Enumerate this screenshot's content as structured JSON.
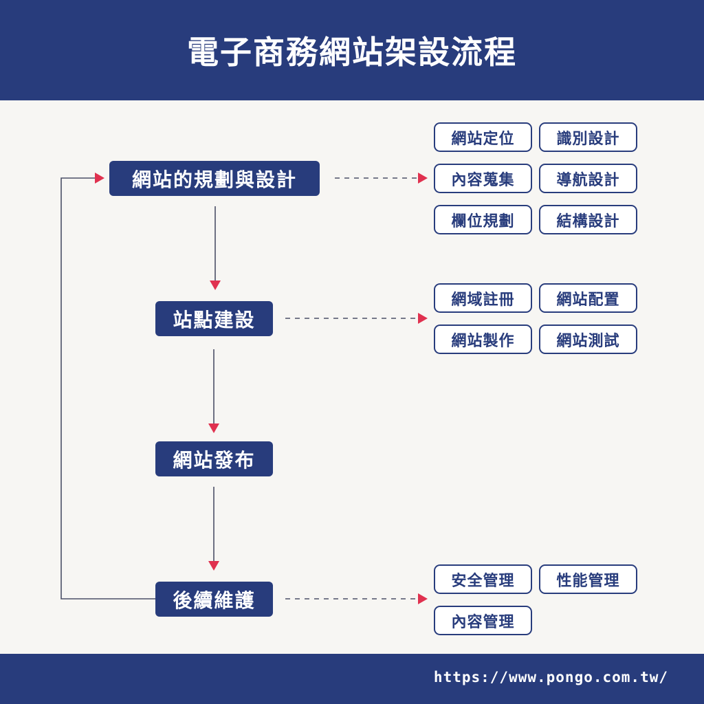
{
  "title": "電子商務網站架設流程",
  "url": "https://www.pongo.com.tw/",
  "steps": [
    {
      "label": "網站的規劃與設計",
      "tags": [
        "網站定位",
        "識別設計",
        "內容蒐集",
        "導航設計",
        "欄位規劃",
        "結構設計"
      ]
    },
    {
      "label": "站點建設",
      "tags": [
        "網域註冊",
        "網站配置",
        "網站製作",
        "網站測試"
      ]
    },
    {
      "label": "網站發布",
      "tags": []
    },
    {
      "label": "後續維護",
      "tags": [
        "安全管理",
        "性能管理",
        "內容管理"
      ]
    }
  ],
  "colors": {
    "navy": "#283c7c",
    "arrow": "#e0314f",
    "background": "#f7f6f3"
  }
}
